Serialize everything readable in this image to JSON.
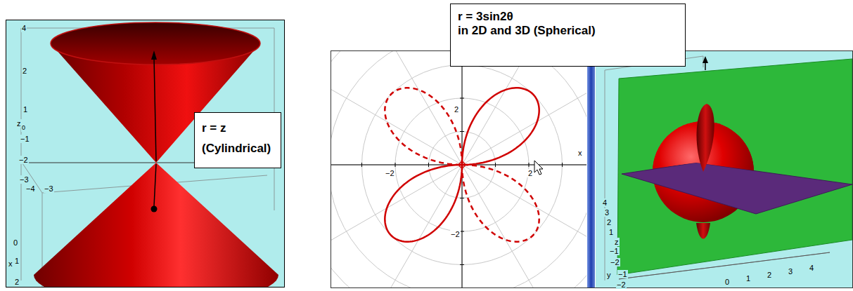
{
  "diagram": {
    "nodes": [
      {
        "text": [
          "r = z",
          "(Cylindrical)"
        ]
      },
      {
        "text": [
          "r = 3sin2θ",
          "in 2D and 3D (Spherical)"
        ]
      }
    ],
    "edges": [],
    "labels": [
      "4",
      "2",
      "1",
      "z",
      "0",
      "−1",
      "−2",
      "−3",
      "−4",
      "−3",
      "0",
      "x",
      "1",
      "2",
      "2",
      "−2",
      "2",
      "−2",
      "x",
      "4",
      "3",
      "2",
      "1",
      "z",
      "−1",
      "−2",
      "y",
      "−1",
      "−2",
      "0",
      "1",
      "2",
      "3",
      "4"
    ]
  }
}
